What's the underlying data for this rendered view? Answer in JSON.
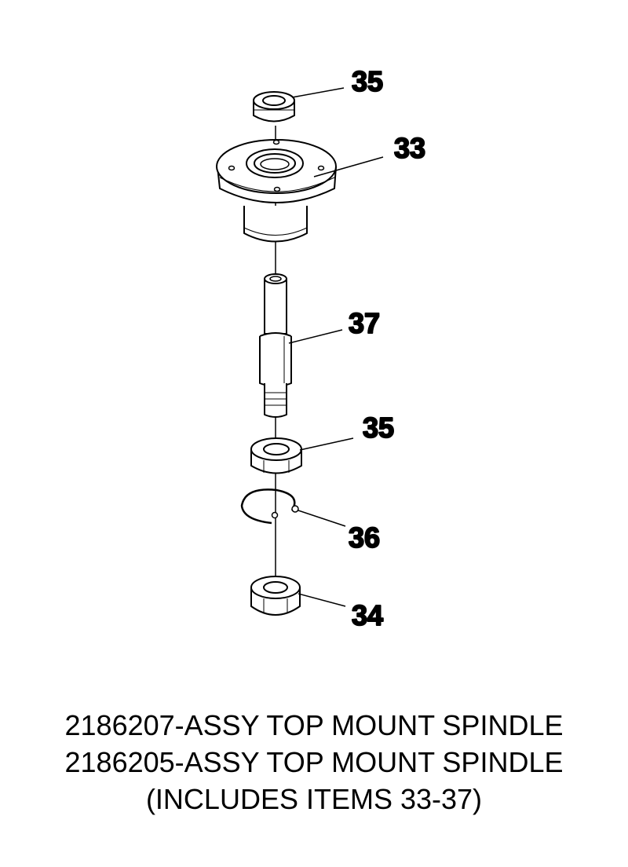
{
  "callouts": {
    "top_bearing": "35",
    "housing": "33",
    "shaft": "37",
    "lower_bearing": "35",
    "retaining_ring": "36",
    "bottom_bearing": "34"
  },
  "caption": {
    "line1": "2186207-ASSY TOP MOUNT SPINDLE",
    "line2": "2186205-ASSY TOP MOUNT SPINDLE",
    "line3": "(INCLUDES ITEMS 33-37)"
  }
}
